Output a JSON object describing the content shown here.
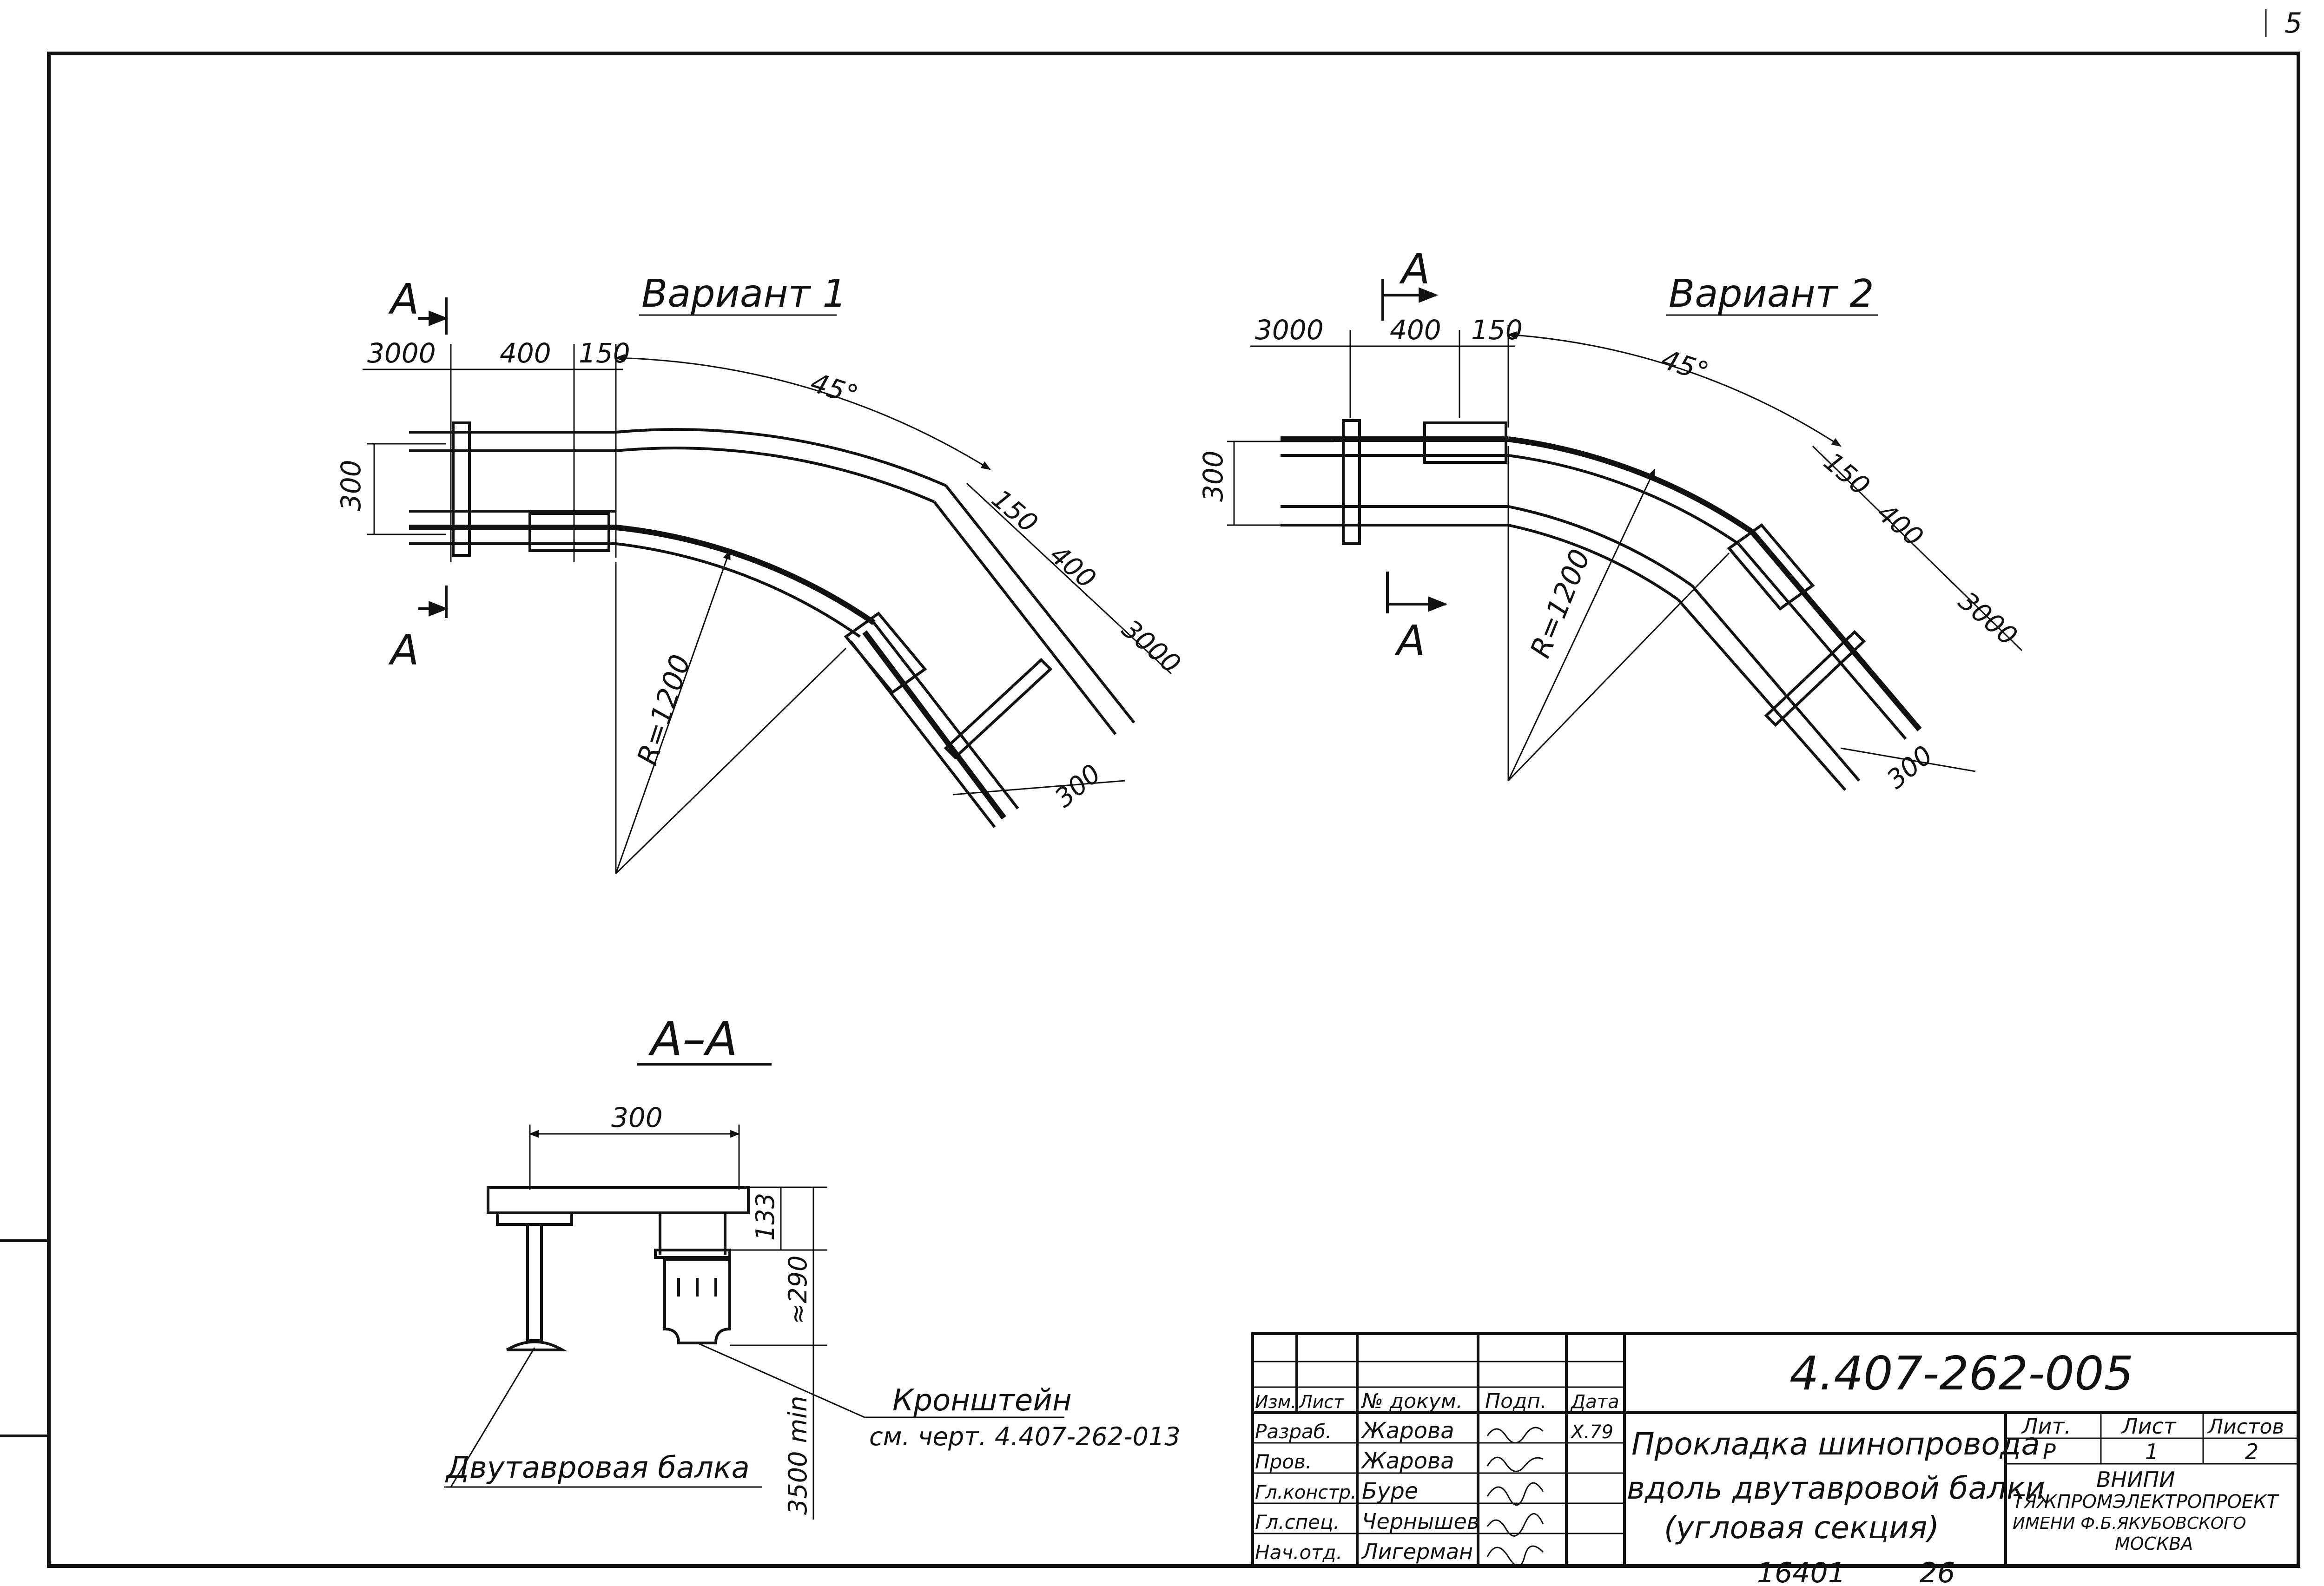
{
  "sheet": {
    "corner_mark": "5",
    "bottom_mark_left": "16401",
    "bottom_mark_right": "26"
  },
  "variant1": {
    "title": "Вариант 1",
    "section_mark": "А",
    "dims": {
      "straight": "3000",
      "joint": "400",
      "offset": "150",
      "arc": "45°",
      "width": "300",
      "radius": "R=1200",
      "diag_offset": "150",
      "diag_joint": "400",
      "diag_straight": "3000",
      "diag_width": "300"
    }
  },
  "variant2": {
    "title": "Вариант 2",
    "section_mark": "А",
    "dims": {
      "straight": "3000",
      "joint": "400",
      "offset": "150",
      "arc": "45°",
      "width": "300",
      "radius": "R=1200",
      "diag_offset": "150",
      "diag_joint": "400",
      "diag_straight": "3000",
      "diag_width": "300"
    }
  },
  "section": {
    "title": "А–А",
    "dim_width": "300",
    "dim_133": "133",
    "dim_290": "≈290",
    "dim_min": "3500 min",
    "label_beam": "Двутавровая балка",
    "label_bracket": "Кронштейн",
    "label_bracket_ref": "см. черт. 4.407-262-013"
  },
  "title_block": {
    "doc_number": "4.407-262-005",
    "title_lines": [
      "Прокладка шинопровода",
      "вдоль двутавровой балки",
      "(угловая секция)"
    ],
    "col_headers": [
      "Изм.",
      "Лист",
      "№ докум.",
      "Подп.",
      "Дата"
    ],
    "rows": [
      {
        "role": "Разраб.",
        "name": "Жарова",
        "date": "X.79"
      },
      {
        "role": "Пров.",
        "name": "Жарова",
        "date": ""
      },
      {
        "role": "Гл.констр.",
        "name": "Буре",
        "date": ""
      },
      {
        "role": "Гл.спец.",
        "name": "Чернышев",
        "date": ""
      },
      {
        "role": "Нач.отд.",
        "name": "Лигерман",
        "date": ""
      }
    ],
    "stage_headers": [
      "Лит.",
      "Лист",
      "Листов"
    ],
    "stage_values": [
      "Р",
      "1",
      "2"
    ],
    "org_lines": [
      "ВНИПИ",
      "ТЯЖПРОМЭЛЕКТРОПРОЕКТ",
      "ИМЕНИ Ф.Б.ЯКУБОВСКОГО",
      "МОСКВА"
    ]
  }
}
